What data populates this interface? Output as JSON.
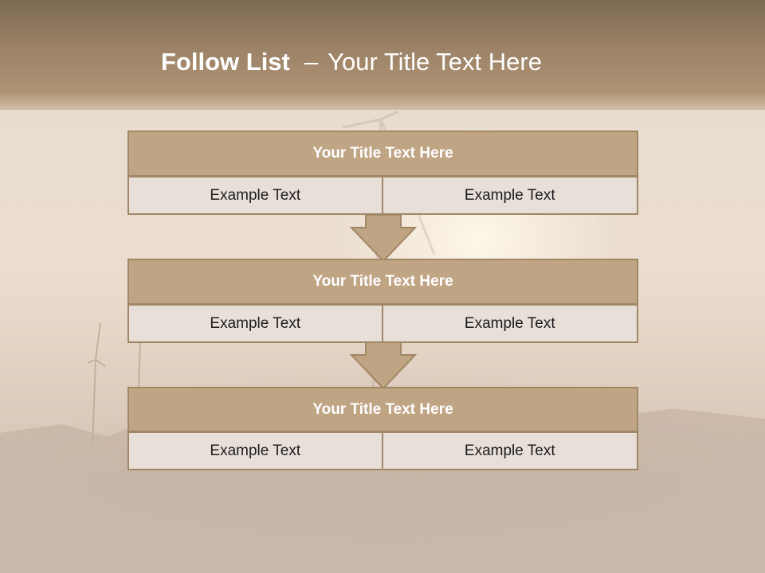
{
  "slide": {
    "title_bold": "Follow List",
    "title_separator": "–",
    "title_rest": "Your Title Text Here"
  },
  "steps": [
    {
      "title": "Your Title Text Here",
      "left": "Example Text",
      "right": "Example Text"
    },
    {
      "title": "Your Title Text Here",
      "left": "Example Text",
      "right": "Example Text"
    },
    {
      "title": "Your Title Text Here",
      "left": "Example Text",
      "right": "Example Text"
    }
  ],
  "colors": {
    "header_band": "#9c8266",
    "block_title_fill": "#c0a585",
    "block_border": "#a08766",
    "cell_fill": "#e8dfd9",
    "arrow_fill": "#c0a585"
  }
}
